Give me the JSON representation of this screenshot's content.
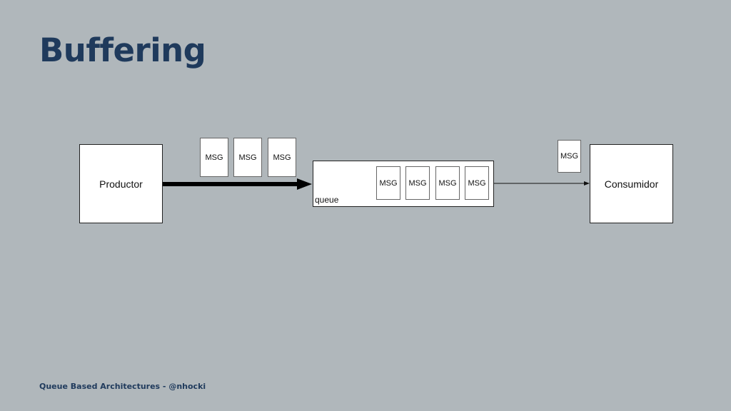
{
  "slide": {
    "title": "Buffering",
    "footer": "Queue Based Architectures - @nhocki"
  },
  "diagram": {
    "producer_label": "Productor",
    "consumer_label": "Consumidor",
    "queue_label": "queue",
    "incoming_messages": [
      "MSG",
      "MSG",
      "MSG"
    ],
    "queued_messages": [
      "MSG",
      "MSG",
      "MSG",
      "MSG"
    ],
    "outgoing_message": "MSG"
  },
  "colors": {
    "background": "#b0b7bb",
    "title": "#1f3a5c",
    "box_fill": "#ffffff"
  }
}
